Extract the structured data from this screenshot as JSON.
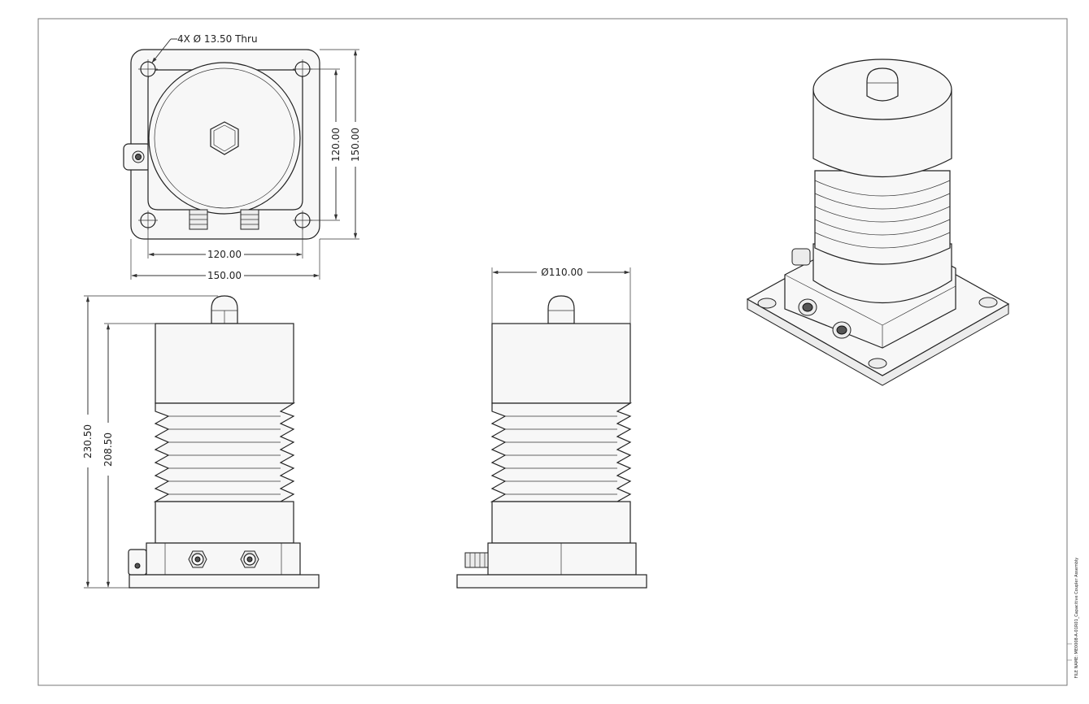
{
  "drawing": {
    "callout_hole": "4X  Ø  13.50 Thru",
    "top_view": {
      "dim_inner_h": "120.00",
      "dim_outer_h": "150.00",
      "dim_inner_v": "120.00",
      "dim_outer_v": "150.00"
    },
    "front_view": {
      "dim_total_height": "230.50",
      "dim_body_height": "208.50"
    },
    "side_view": {
      "dim_diameter": "Ø110.00"
    },
    "file_name": "FILE NAME: ME0008-A-01R01_Capacitive Coupler Assembly"
  }
}
